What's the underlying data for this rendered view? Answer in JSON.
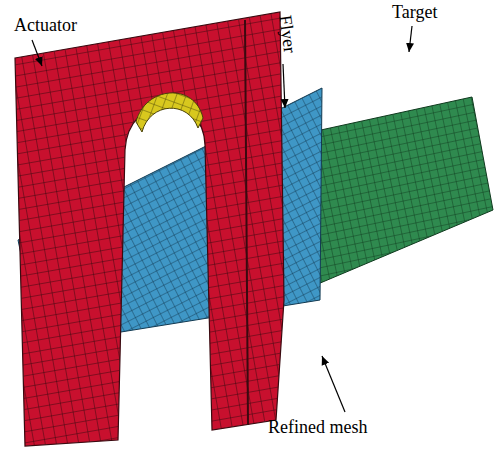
{
  "diagram": {
    "labels": [
      "Actuator",
      "Flyer",
      "Target",
      "Refined mesh"
    ]
  }
}
